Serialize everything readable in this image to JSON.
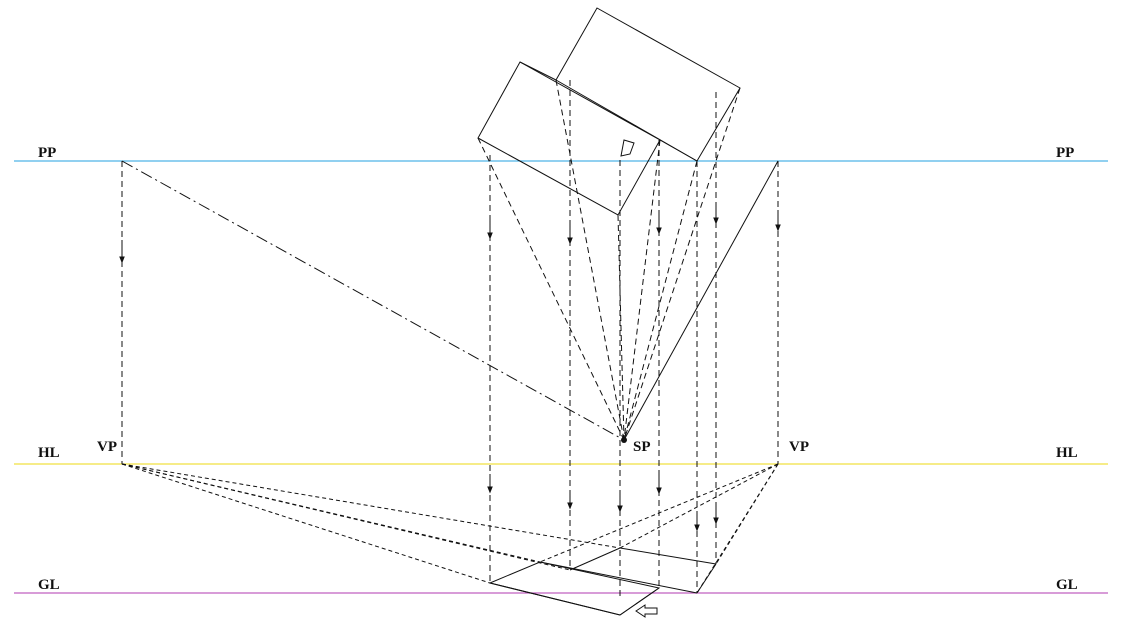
{
  "labels": {
    "pp_left": "PP",
    "pp_right": "PP",
    "hl_left": "HL",
    "hl_right": "HL",
    "gl_left": "GL",
    "gl_right": "GL",
    "vp_left": "VP",
    "vp_right": "VP",
    "sp": "SP"
  },
  "colors": {
    "picture_plane": "#4fb3e8",
    "horizon_line": "#f0e040",
    "ground_line": "#c060c0",
    "ink": "#111111"
  }
}
